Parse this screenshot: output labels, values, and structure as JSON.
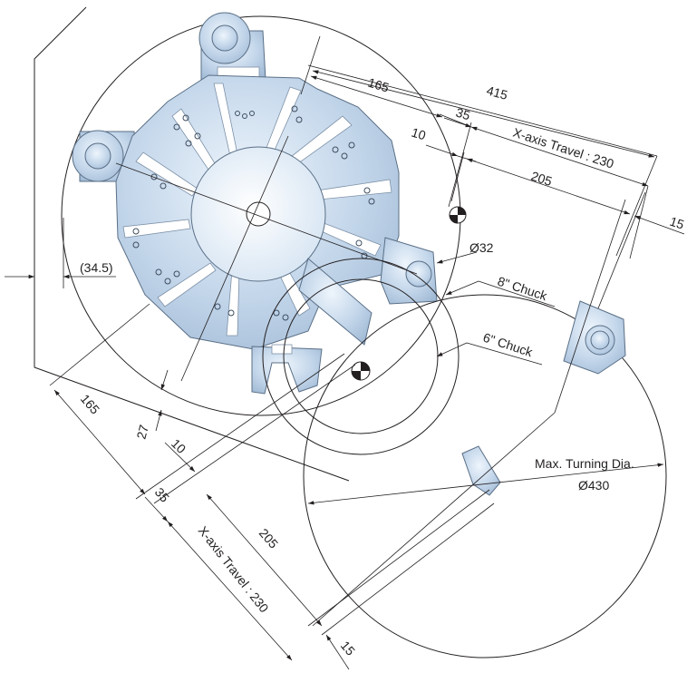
{
  "dimensions": {
    "d_415": "415",
    "d_165_top": "165",
    "d_35_top": "35",
    "d_10_top": "10",
    "xaxis_top": "X-axis Travel : 230",
    "d_205_top": "205",
    "d_15_top": "15",
    "phi32": "Ø32",
    "chuck8": "8\" Chuck",
    "chuck6": "6\" Chuck",
    "d_345": "(34.5)",
    "d_165_left": "165",
    "d_27": "27",
    "d_10_left": "10",
    "d_35_left": "35",
    "d_205_left": "205",
    "xaxis_left": "X-axis Travel : 230",
    "d_15_bottom": "15",
    "max_turning_label": "Max. Turning Dia.",
    "phi430": "Ø430"
  },
  "colors": {
    "turret_light": "#eef5fc",
    "turret_mid": "#b9cfe6",
    "turret_dark": "#8eabc9",
    "line": "#231f20"
  }
}
